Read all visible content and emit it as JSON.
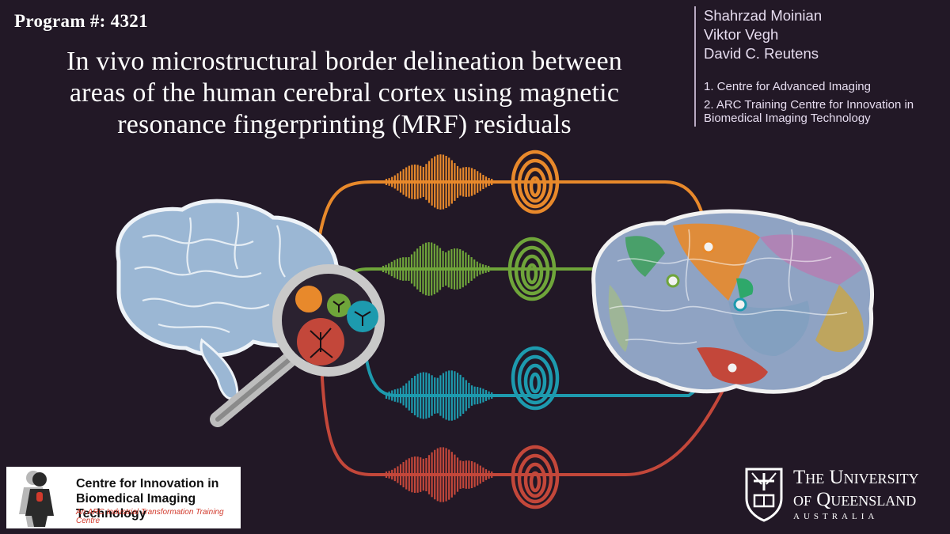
{
  "header": {
    "program": "Program #: 4321",
    "title_lines": [
      "In vivo microstructural border delineation between",
      "areas of the human cerebral cortex using magnetic",
      "resonance fingerprinting (MRF) residuals"
    ]
  },
  "authors": {
    "names": [
      "Shahrzad Moinian",
      "Viktor Vegh",
      "David C. Reutens"
    ],
    "affiliations": [
      "1. Centre for Advanced Imaging",
      "2. ARC Training Centre for Innovation in Biomedical Imaging Technology"
    ]
  },
  "logos": {
    "cibit": {
      "name_lines": [
        "Centre for Innovation in",
        "Biomedical Imaging Technology"
      ],
      "subtitle": "An ARC Industrial Transformation Training Centre"
    },
    "uq": {
      "name_lines": [
        "The University",
        "of Queensland"
      ],
      "country": "AUSTRALIA"
    }
  },
  "colors": {
    "background": "#221826",
    "orange": "#e8892b",
    "green": "#6fa53a",
    "teal": "#1d9aae",
    "red": "#c3473a",
    "brain_left": "#9bb7d4"
  },
  "illustration": {
    "channels": [
      "orange",
      "green",
      "teal",
      "red"
    ],
    "icons": [
      "brain-icon",
      "magnifier-icon",
      "waveform-icon",
      "fingerprint-icon",
      "parcellated-brain-icon"
    ]
  }
}
